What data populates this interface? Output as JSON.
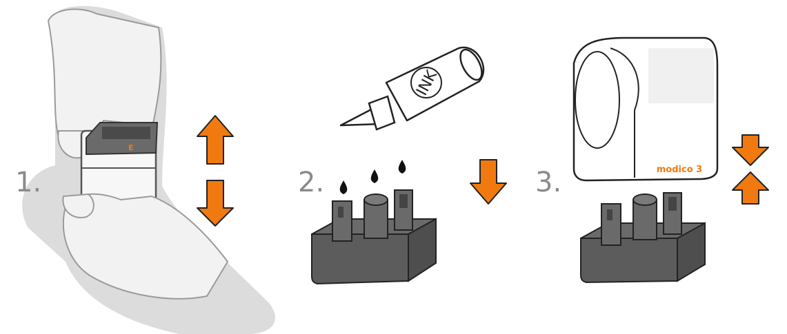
{
  "steps": [
    {
      "number": "1.",
      "brand": "E"
    },
    {
      "number": "2.",
      "bottle_label": "INK"
    },
    {
      "number": "3.",
      "brand": "modico 3"
    }
  ],
  "colors": {
    "arrow": "#f07a10",
    "arrow_outline": "#222222",
    "pad_base": "#606060",
    "outline": "#222222",
    "hand_shade": "#d8d8d8",
    "hand_fill": "#f4f4f4"
  },
  "icons": {
    "up": "arrow-up-icon",
    "down": "arrow-down-icon",
    "drop": "ink-drop-icon"
  }
}
